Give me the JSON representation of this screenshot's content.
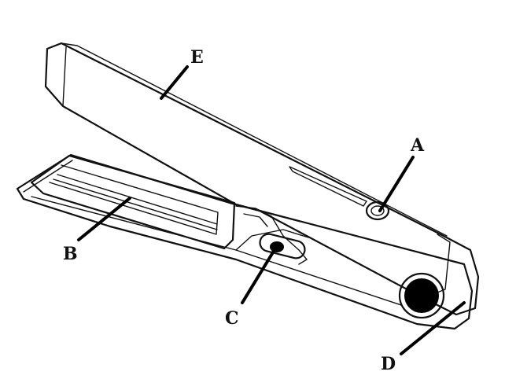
{
  "labels": {
    "a": "A",
    "b": "B",
    "c": "C",
    "d": "D",
    "e": "E"
  },
  "colors": {
    "outline": "#111111",
    "knob": "#000000",
    "background": "#ffffff"
  }
}
